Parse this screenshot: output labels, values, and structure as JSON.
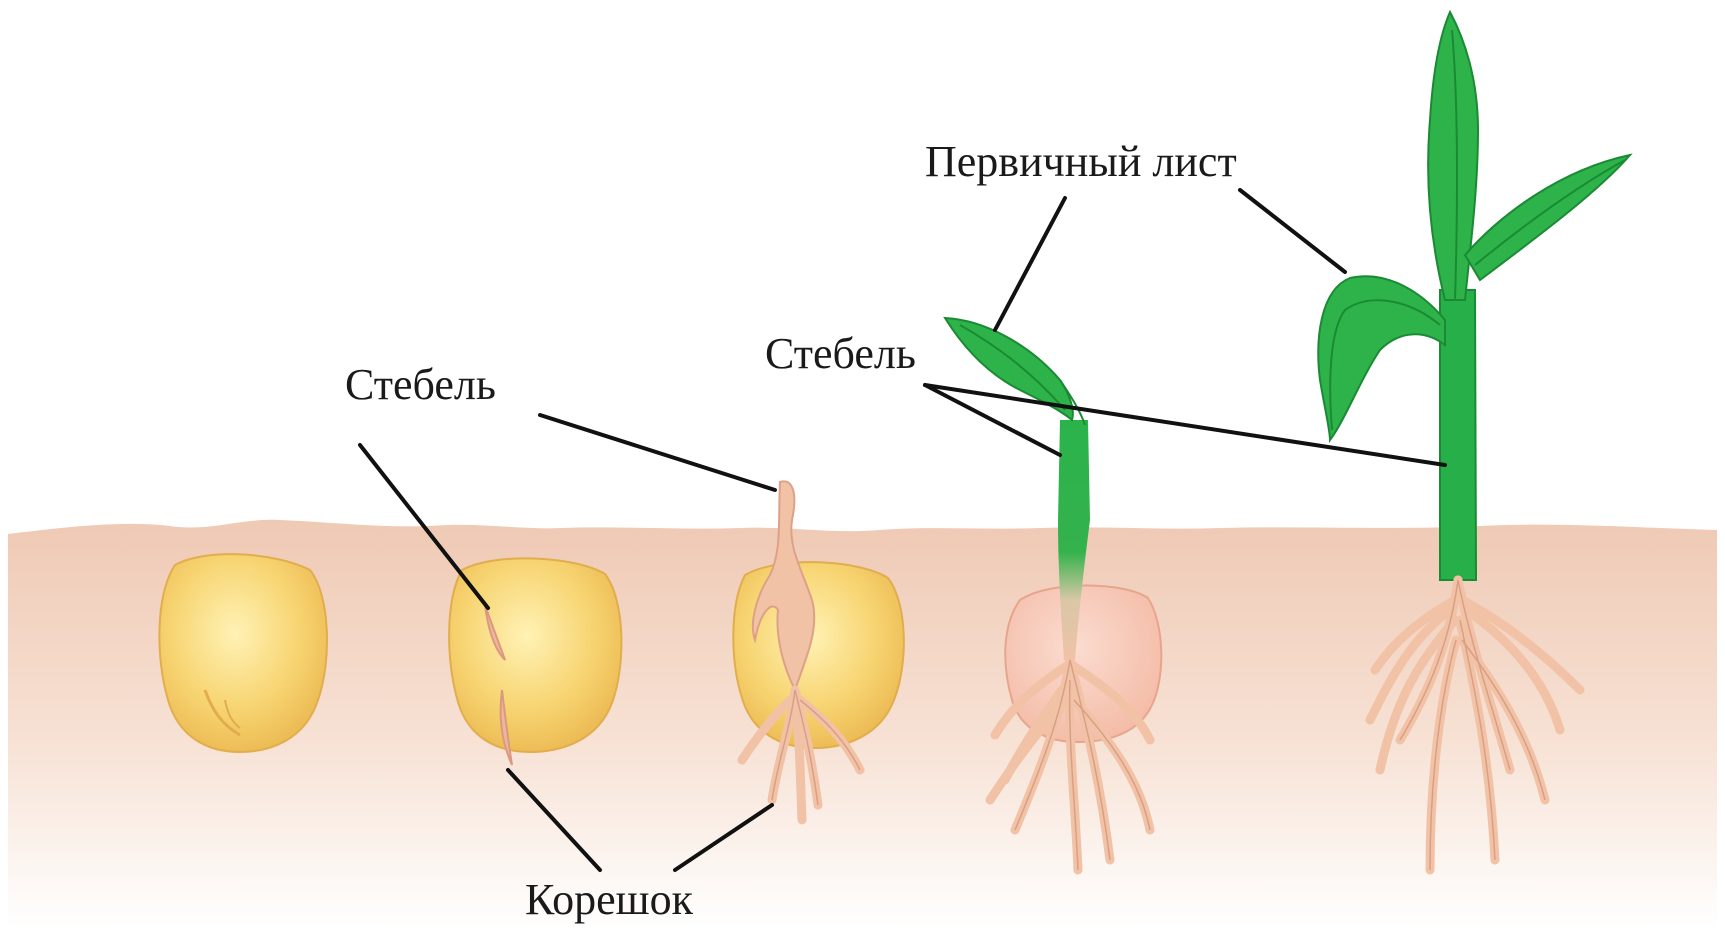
{
  "labels": {
    "stem_1": "Стебель",
    "stem_2": "Стебель",
    "primary_leaf": "Первичный лист",
    "root": "Корешок"
  },
  "stages": [
    {
      "name": "seed"
    },
    {
      "name": "germinating-seed"
    },
    {
      "name": "sprouting-seed"
    },
    {
      "name": "young-seedling"
    },
    {
      "name": "mature-seedling"
    }
  ],
  "colors": {
    "soil_top": "#f3d3c0",
    "soil_bottom": "#ffffff",
    "seed": "#f5cf6a",
    "seed_dark": "#e6b04a",
    "sprout": "#f1bfa1",
    "root": "#f4c7ae",
    "leaf": "#2fb24a",
    "leaf_dark": "#1f8f36",
    "leader_line": "#111111"
  }
}
